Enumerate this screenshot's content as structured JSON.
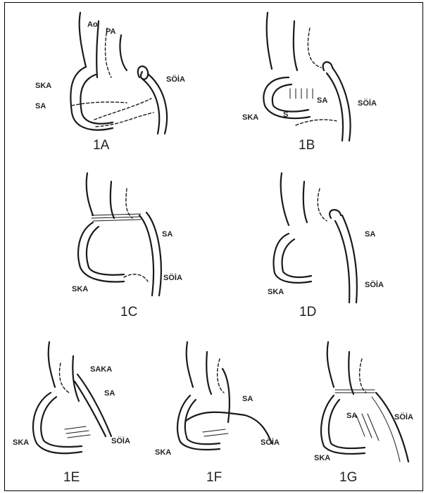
{
  "figure": {
    "panels": [
      {
        "id": "1A",
        "caption": "1A",
        "labels": [
          "Ao",
          "PA",
          "SKA",
          "SA",
          "SÖİA"
        ]
      },
      {
        "id": "1B",
        "caption": "1B",
        "labels": [
          "SKA",
          "S",
          "SA",
          "SÖİA"
        ]
      },
      {
        "id": "1C",
        "caption": "1C",
        "labels": [
          "SA",
          "SKA",
          "SÖİA"
        ]
      },
      {
        "id": "1D",
        "caption": "1D",
        "labels": [
          "SA",
          "SKA",
          "SÖİA"
        ]
      },
      {
        "id": "1E",
        "caption": "1E",
        "labels": [
          "SAKA",
          "SA",
          "SKA",
          "SÖİA"
        ]
      },
      {
        "id": "1F",
        "caption": "1F",
        "labels": [
          "SA",
          "SKA",
          "SÖİA"
        ]
      },
      {
        "id": "1G",
        "caption": "1G",
        "labels": [
          "SA",
          "SÖİA",
          "SKA"
        ]
      }
    ]
  }
}
